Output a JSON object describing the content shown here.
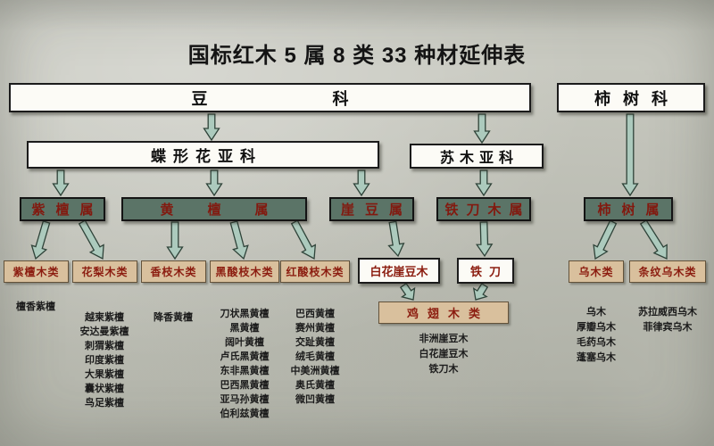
{
  "title": "国标红木 5 属 8 类 33 种材延伸表",
  "level1": {
    "legume": [
      "豆",
      "科"
    ],
    "ebony": "柿树科"
  },
  "level2": {
    "papilionoideae": "蝶形花亚科",
    "caesalpinioideae": "苏木亚科"
  },
  "genera": {
    "zitan": "紫檀属",
    "huangtan": "黄檀属",
    "yadou": "崖豆属",
    "tiedaomu": "铁刀木属",
    "shishu": "柿树属"
  },
  "categories": {
    "zitanmu": "紫檀木类",
    "hualimu": "花梨木类",
    "xiangzhimu": "香枝木类",
    "heisuanzhimu": "黑酸枝木类",
    "hongsuanzhimu": "红酸枝木类",
    "baihuayadoumu": "白花崖豆木",
    "tiedao": "铁刀",
    "jichimu": "鸡翅木类",
    "wumu": "乌木类",
    "tiaowenwumu": "条纹乌木类"
  },
  "species": {
    "zitanmu": [
      "檀香紫檀"
    ],
    "hualimu": [
      "越柬紫檀",
      "安达曼紫檀",
      "刺猬紫檀",
      "印度紫檀",
      "大果紫檀",
      "囊状紫檀",
      "鸟足紫檀"
    ],
    "xiangzhimu": [
      "降香黄檀"
    ],
    "heisuanzhimu": [
      "刀状黑黄檀",
      "黑黄檀",
      "阔叶黄檀",
      "卢氏黑黄檀",
      "东非黑黄檀",
      "巴西黑黄檀",
      "亚马孙黄檀",
      "伯利兹黄檀"
    ],
    "hongsuanzhimu": [
      "巴西黄檀",
      "赛州黄檀",
      "交趾黄檀",
      "绒毛黄檀",
      "中美洲黄檀",
      "奥氏黄檀",
      "微凹黄檀"
    ],
    "jichimu": [
      "非洲崖豆木",
      "白花崖豆木",
      "铁刀木"
    ],
    "wumu": [
      "乌木",
      "厚瓣乌木",
      "毛药乌木",
      "蓬塞乌木"
    ],
    "tiaowenwumu": [
      "苏拉威西乌木",
      "菲律宾乌木"
    ]
  },
  "colors": {
    "background": "#c7c8bf",
    "genus_box": "#5b7467",
    "category_box": "#d9c09d",
    "accent_red": "#8c1d10",
    "arrow_fill": "#accabd",
    "arrow_outline": "#2f4339"
  }
}
